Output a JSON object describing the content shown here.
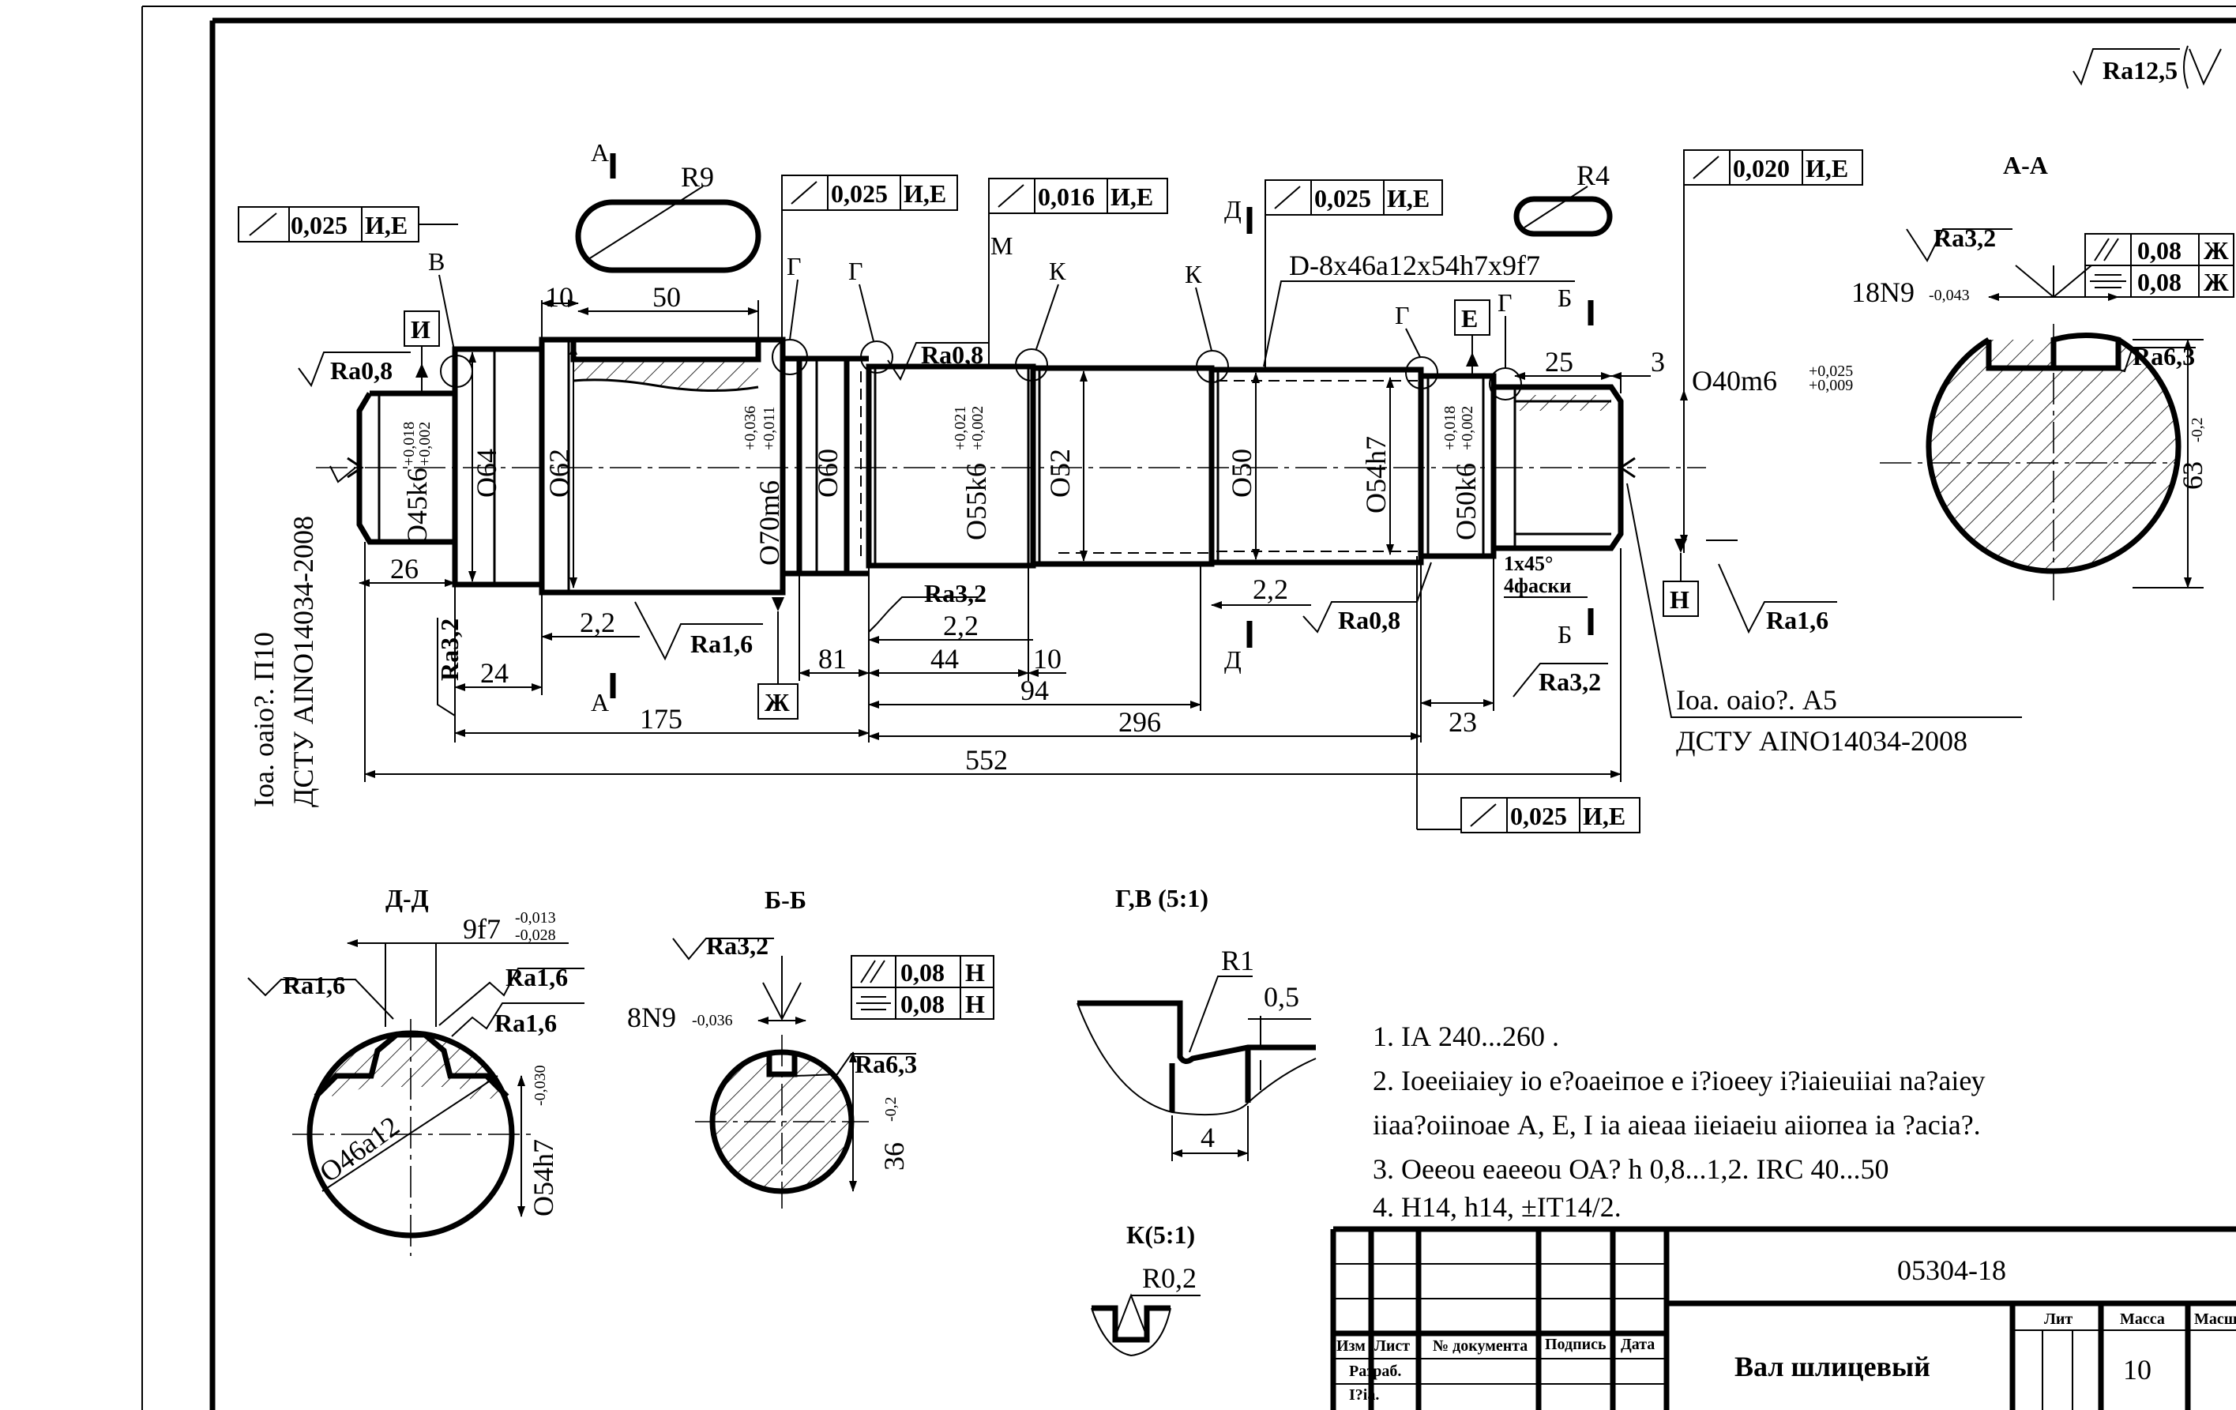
{
  "drawing": {
    "roughness_general": "Ra12,5",
    "section_labels": [
      "А-А",
      "Д-Д",
      "Б-Б",
      "Г,В  (5:1)",
      "К(5:1)"
    ],
    "cut_letters": {
      "a": "А",
      "d": "Д",
      "b": "Б"
    },
    "datum_letters": [
      "И",
      "Ж",
      "Е",
      "Н"
    ],
    "view_letters": [
      "В",
      "Г",
      "Г",
      "М",
      "К",
      "К",
      "Г",
      "Г"
    ],
    "left_center_note": [
      "Iоа. оаіо?. П10",
      "ДСТУ АINO14034-2008"
    ],
    "right_center_note": [
      "Iоа. оаіо?. А5",
      "ДСТУ АINO14034-2008"
    ],
    "runout_frames": [
      {
        "value": "0,025",
        "datum": "И,Е"
      },
      {
        "value": "0,025",
        "datum": "И,Е"
      },
      {
        "value": "0,016",
        "datum": "И,Е"
      },
      {
        "value": "0,025",
        "datum": "И,Е"
      },
      {
        "value": "0,020",
        "datum": "И,Е"
      },
      {
        "value": "0,025",
        "datum": "И,Е"
      }
    ],
    "spline_spec": "D-8x46a12x54h7x9f7",
    "keyway_radius_1": "R9",
    "keyway_radius_2": "R4",
    "diameters": [
      "О45k6",
      "О64",
      "О62",
      "О70m6",
      "О60",
      "О55k6",
      "О52",
      "О50",
      "О54h7",
      "О50k6",
      "О40m6"
    ],
    "tol_45": [
      "+0,018",
      "+0,002"
    ],
    "tol_70": [
      "+0,036",
      "+0,011"
    ],
    "tol_55": [
      "+0,021",
      "+0,002"
    ],
    "tol_50": [
      "+0,018",
      "+0,002"
    ],
    "tol_40": [
      "+0,025",
      "+0,009"
    ],
    "roughness": [
      "Ra0,8",
      "Ra0,8",
      "Ra3,2",
      "Ra1,6",
      "Ra3,2",
      "Ra0,8",
      "Ra3,2",
      "Ra1,6"
    ],
    "dims": [
      "10",
      "50",
      "25",
      "3",
      "26",
      "2,2",
      "24",
      "175",
      "81",
      "2,2",
      "44",
      "10",
      "94",
      "296",
      "2,2",
      "23",
      "552"
    ],
    "chamfer": [
      "1x45°",
      "4фаски"
    ],
    "section_aa": {
      "rough_top": "Ra3,2",
      "key": "18N9",
      "key_tol": "-0,043",
      "rough_side": "Ra6,3",
      "depth": "63",
      "depth_tol": "-0,2",
      "par": "0,08",
      "sym": "0,08",
      "datum": "Ж"
    },
    "section_dd": {
      "fit": "9f7",
      "tol": [
        "-0,013",
        "-0,028"
      ],
      "rough": [
        "Ra1,6",
        "Ra1,6",
        "Ra1,6"
      ],
      "d_in": "О46a12",
      "d_out": "О54h7",
      "d_out_tol": "-0,030"
    },
    "section_bb": {
      "rough_top": "Ra3,2",
      "key": "8N9",
      "key_tol": "-0,036",
      "rough_side": "Ra6,3",
      "depth": "36",
      "depth_tol": "-0,2",
      "par": "0,08",
      "sym": "0,08",
      "datum": "Н"
    },
    "detail_gv": {
      "radius": "R1",
      "step": "0,5",
      "width": "4"
    },
    "detail_k": {
      "radius": "R0,2"
    },
    "notes": [
      "1. IА 240...260 .",
      "2. Iоеeiiаiеу іо е?оаеіпое е і?іоееу і?iаіеuiiаі nа?аiеу",
      "iiаа?оiinоае А, Е, I іа аіеаа iieiаеіu аііопеа іа ?асiа?.",
      "3. Оееоu еаееоu ОА?  h 0,8...1,2. IRC 40...50",
      "4. H14, h14, ±IT14/2."
    ]
  },
  "title_block": {
    "doc_number": "05304-18",
    "part_name": "Вал шлицевый",
    "headers": {
      "lit": "Лит",
      "mass": "Масса",
      "scale": "Масш"
    },
    "cols": {
      "izm": "Изм",
      "list": "Лист",
      "doc": "№ документа",
      "sign": "Подпись",
      "date": "Дата"
    },
    "rows": {
      "razrab": "Разраб.",
      "prov": "I?іа."
    },
    "mass_value": "10"
  }
}
